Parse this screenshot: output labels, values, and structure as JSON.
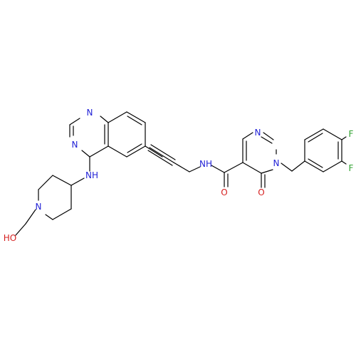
{
  "colors": {
    "carbon": "#000000",
    "nitrogen": "#1f1fd6",
    "oxygen": "#d61f1f",
    "fluorine": "#2fa12f",
    "background": "#ffffff"
  },
  "atom_labels": {
    "n_quinazoline_1": "N",
    "n_quinazoline_3": "N",
    "nh_amine": "NH",
    "n_piperidine": "N",
    "ho": "HO",
    "nh_amide": "NH",
    "o_amide": "O",
    "n_pyrimidine_1": "N",
    "n_pyrimidine_3": "N",
    "o_pyrimidinone": "O",
    "f_1": "F",
    "f_2": "F"
  }
}
